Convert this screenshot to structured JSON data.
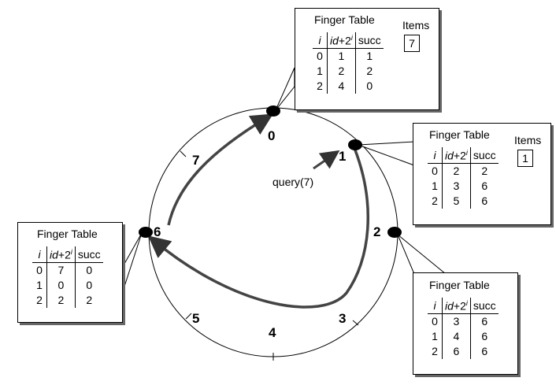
{
  "ring": {
    "node_labels": [
      "0",
      "1",
      "2",
      "6"
    ],
    "id_labels": [
      "7",
      "5",
      "4",
      "3"
    ]
  },
  "query": {
    "label": "query(7)"
  },
  "finger_header": {
    "i": "i",
    "id": "id",
    "plus": "+2",
    "exp": "i",
    "succ": "succ"
  },
  "tables": [
    {
      "node": "0",
      "title": "Finger Table",
      "items_title": "Items",
      "items_value": "7",
      "rows": [
        [
          "0",
          "1",
          "1"
        ],
        [
          "1",
          "2",
          "2"
        ],
        [
          "2",
          "4",
          "0"
        ]
      ]
    },
    {
      "node": "1",
      "title": "Finger Table",
      "items_title": "Items",
      "items_value": "1",
      "rows": [
        [
          "0",
          "2",
          "2"
        ],
        [
          "1",
          "3",
          "6"
        ],
        [
          "2",
          "5",
          "6"
        ]
      ]
    },
    {
      "node": "6",
      "title": "Finger Table",
      "rows": [
        [
          "0",
          "7",
          "0"
        ],
        [
          "1",
          "0",
          "0"
        ],
        [
          "2",
          "2",
          "2"
        ]
      ]
    },
    {
      "node": "2",
      "title": "Finger Table",
      "rows": [
        [
          "0",
          "3",
          "6"
        ],
        [
          "1",
          "4",
          "6"
        ],
        [
          "2",
          "6",
          "6"
        ]
      ]
    }
  ]
}
